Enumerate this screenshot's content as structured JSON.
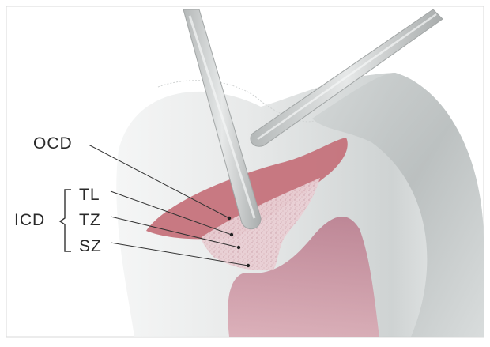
{
  "labels": {
    "ocd": "OCD",
    "icd": "ICD",
    "tl": "TL",
    "tz": "TZ",
    "sz": "SZ"
  },
  "colors": {
    "tooth_gray": "#cfd3d3",
    "ocd_red": "#c46f78",
    "icd_pink": "#e7c7cc",
    "pulp_pink": "#c88f99",
    "instrument": "#c9cccc",
    "leader": "#333333"
  },
  "icons": [
    "explorer-instrument",
    "probe-instrument"
  ]
}
